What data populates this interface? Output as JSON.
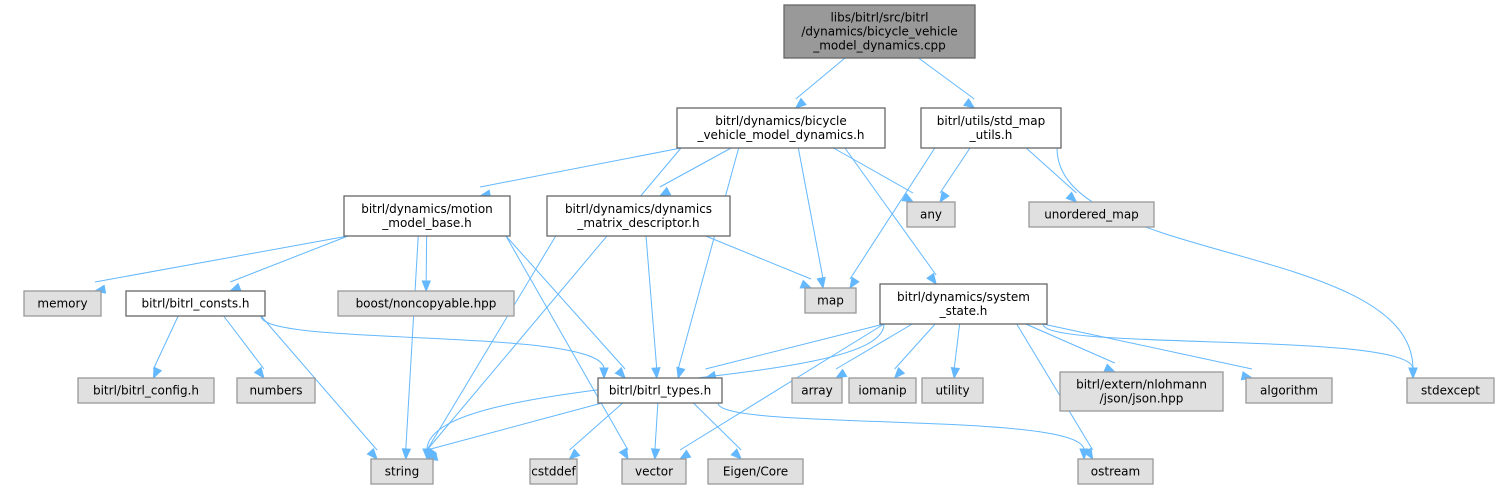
{
  "title": "Include dependency graph for bicycle_vehicle_model_dynamics.cpp",
  "colors": {
    "edge": "#63b8ff",
    "root_fill": "#999999",
    "local_fill": "#ffffff",
    "system_fill": "#e0e0e0"
  },
  "nodes": [
    {
      "id": "root",
      "kind": "root",
      "lines": [
        "libs/bitrl/src/bitrl",
        "/dynamics/bicycle_vehicle",
        "_model_dynamics.cpp"
      ]
    },
    {
      "id": "bvmd_h",
      "kind": "local",
      "lines": [
        "bitrl/dynamics/bicycle",
        "_vehicle_model_dynamics.h"
      ]
    },
    {
      "id": "std_map_utils",
      "kind": "local",
      "lines": [
        "bitrl/utils/std_map",
        "_utils.h"
      ]
    },
    {
      "id": "motion_model_base",
      "kind": "local",
      "lines": [
        "bitrl/dynamics/motion",
        "_model_base.h"
      ]
    },
    {
      "id": "dyn_matrix_desc",
      "kind": "local",
      "lines": [
        "bitrl/dynamics/dynamics",
        "_matrix_descriptor.h"
      ]
    },
    {
      "id": "any",
      "kind": "system",
      "lines": [
        "any"
      ]
    },
    {
      "id": "unordered_map",
      "kind": "system",
      "lines": [
        "unordered_map"
      ]
    },
    {
      "id": "memory",
      "kind": "system",
      "lines": [
        "memory"
      ]
    },
    {
      "id": "bitrl_consts",
      "kind": "local",
      "lines": [
        "bitrl/bitrl_consts.h"
      ]
    },
    {
      "id": "boost_noncopyable",
      "kind": "system",
      "lines": [
        "boost/noncopyable.hpp"
      ]
    },
    {
      "id": "map",
      "kind": "system",
      "lines": [
        "map"
      ]
    },
    {
      "id": "system_state",
      "kind": "local",
      "lines": [
        "bitrl/dynamics/system",
        "_state.h"
      ]
    },
    {
      "id": "bitrl_config",
      "kind": "system",
      "lines": [
        "bitrl/bitrl_config.h"
      ]
    },
    {
      "id": "numbers",
      "kind": "system",
      "lines": [
        "numbers"
      ]
    },
    {
      "id": "bitrl_types",
      "kind": "local",
      "lines": [
        "bitrl/bitrl_types.h"
      ]
    },
    {
      "id": "array",
      "kind": "system",
      "lines": [
        "array"
      ]
    },
    {
      "id": "iomanip",
      "kind": "system",
      "lines": [
        "iomanip"
      ]
    },
    {
      "id": "utility",
      "kind": "system",
      "lines": [
        "utility"
      ]
    },
    {
      "id": "nlohmann_json",
      "kind": "system",
      "lines": [
        "bitrl/extern/nlohmann",
        "/json/json.hpp"
      ]
    },
    {
      "id": "algorithm",
      "kind": "system",
      "lines": [
        "algorithm"
      ]
    },
    {
      "id": "stdexcept",
      "kind": "system",
      "lines": [
        "stdexcept"
      ]
    },
    {
      "id": "string",
      "kind": "system",
      "lines": [
        "string"
      ]
    },
    {
      "id": "cstddef",
      "kind": "system",
      "lines": [
        "cstddef"
      ]
    },
    {
      "id": "vector",
      "kind": "system",
      "lines": [
        "vector"
      ]
    },
    {
      "id": "eigen_core",
      "kind": "system",
      "lines": [
        "Eigen/Core"
      ]
    },
    {
      "id": "ostream",
      "kind": "system",
      "lines": [
        "ostream"
      ]
    }
  ],
  "edges": [
    {
      "from": "root",
      "to": "bvmd_h"
    },
    {
      "from": "root",
      "to": "std_map_utils"
    },
    {
      "from": "bvmd_h",
      "to": "string"
    },
    {
      "from": "bvmd_h",
      "to": "motion_model_base"
    },
    {
      "from": "bvmd_h",
      "to": "dyn_matrix_desc"
    },
    {
      "from": "bvmd_h",
      "to": "bitrl_types"
    },
    {
      "from": "bvmd_h",
      "to": "map"
    },
    {
      "from": "bvmd_h",
      "to": "any"
    },
    {
      "from": "bvmd_h",
      "to": "system_state"
    },
    {
      "from": "std_map_utils",
      "to": "any"
    },
    {
      "from": "std_map_utils",
      "to": "map"
    },
    {
      "from": "std_map_utils",
      "to": "unordered_map"
    },
    {
      "from": "std_map_utils",
      "to": "stdexcept"
    },
    {
      "from": "motion_model_base",
      "to": "memory"
    },
    {
      "from": "motion_model_base",
      "to": "bitrl_consts"
    },
    {
      "from": "motion_model_base",
      "to": "string"
    },
    {
      "from": "motion_model_base",
      "to": "boost_noncopyable"
    },
    {
      "from": "motion_model_base",
      "to": "vector"
    },
    {
      "from": "motion_model_base",
      "to": "bitrl_types"
    },
    {
      "from": "dyn_matrix_desc",
      "to": "string"
    },
    {
      "from": "dyn_matrix_desc",
      "to": "bitrl_types"
    },
    {
      "from": "dyn_matrix_desc",
      "to": "map"
    },
    {
      "from": "bitrl_consts",
      "to": "string"
    },
    {
      "from": "bitrl_consts",
      "to": "bitrl_config"
    },
    {
      "from": "bitrl_consts",
      "to": "numbers"
    },
    {
      "from": "bitrl_consts",
      "to": "bitrl_types"
    },
    {
      "from": "system_state",
      "to": "string"
    },
    {
      "from": "system_state",
      "to": "bitrl_types"
    },
    {
      "from": "system_state",
      "to": "vector"
    },
    {
      "from": "system_state",
      "to": "array"
    },
    {
      "from": "system_state",
      "to": "iomanip"
    },
    {
      "from": "system_state",
      "to": "utility"
    },
    {
      "from": "system_state",
      "to": "nlohmann_json"
    },
    {
      "from": "system_state",
      "to": "algorithm"
    },
    {
      "from": "system_state",
      "to": "stdexcept"
    },
    {
      "from": "system_state",
      "to": "ostream"
    },
    {
      "from": "bitrl_types",
      "to": "string"
    },
    {
      "from": "bitrl_types",
      "to": "cstddef"
    },
    {
      "from": "bitrl_types",
      "to": "vector"
    },
    {
      "from": "bitrl_types",
      "to": "eigen_core"
    },
    {
      "from": "bitrl_types",
      "to": "ostream"
    }
  ]
}
